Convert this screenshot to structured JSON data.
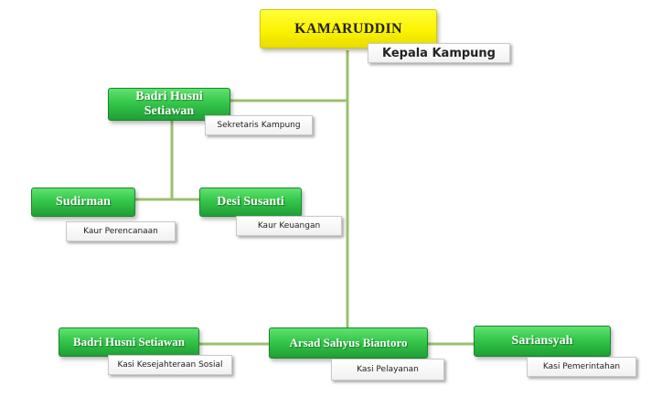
{
  "head": {
    "name": "KAMARUDDIN",
    "role": "Kepala Kampung"
  },
  "secretary": {
    "name_line1": "Badri Husni",
    "name_line2": "Setiawan",
    "role": "Sekretaris Kampung"
  },
  "kaur_perencanaan": {
    "name": "Sudirman",
    "role": "Kaur Perencanaan"
  },
  "kaur_keuangan": {
    "name": "Desi Susanti",
    "role": "Kaur Keuangan"
  },
  "kasi_kesejahteraan": {
    "name": "Badri Husni Setiawan",
    "role": "Kasi Kesejahteraan Sosial"
  },
  "kasi_pelayanan": {
    "name": "Arsad Sahyus Biantoro",
    "role": "Kasi Pelayanan"
  },
  "kasi_pemerintahan": {
    "name": "Sariansyah",
    "role": "Kasi Pemerintahan"
  },
  "colors": {
    "connector": "#9cbf70",
    "head_fill": "#fbf300",
    "node_fill": "#35c64a"
  }
}
